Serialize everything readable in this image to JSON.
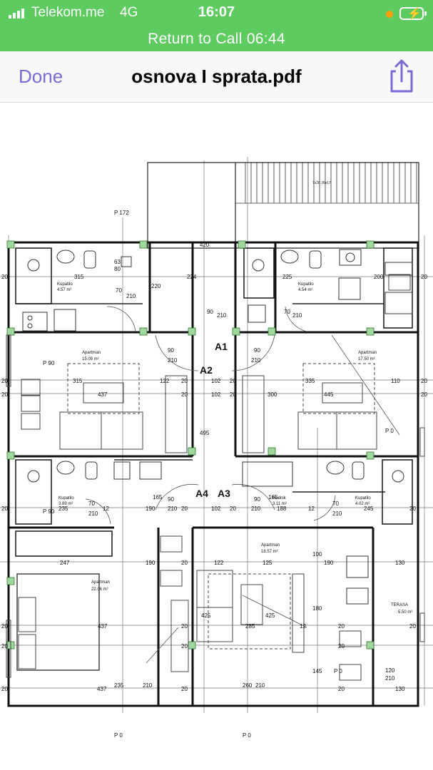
{
  "status_bar": {
    "carrier": "Telekom.me",
    "network": "4G",
    "time": "16:07",
    "call_banner": "Return to Call   06:44"
  },
  "nav": {
    "done_label": "Done",
    "title": "osnova I sprata.pdf"
  },
  "colors": {
    "call_green": "#5ecb60",
    "accent_purple": "#7b6bd1"
  },
  "icons": {
    "share": "share-icon",
    "signal": "signal-icon",
    "battery": "battery-charging-icon"
  },
  "plan": {
    "unit_labels": [
      "A1",
      "A2",
      "A3",
      "A4"
    ],
    "rooms": {
      "kupatilo_a2": {
        "name": "Kupatilo",
        "area": "4.57 m²"
      },
      "kupatilo_a1": {
        "name": "Kupatilo",
        "area": "4.54 m²"
      },
      "apartman_a2": {
        "name": "Apartman",
        "area": "15.09 m²"
      },
      "apartman_a1": {
        "name": "Apartman",
        "area": "17.50 m²"
      },
      "kupatilo_a4": {
        "name": "Kupatilo",
        "area": "3.89 m²"
      },
      "hodnik": {
        "name": "Hodnik",
        "area": "3.11 m²"
      },
      "kupatilo_a3": {
        "name": "Kupatilo",
        "area": "4.02 m²"
      },
      "apartman_a4": {
        "name": "Apartman",
        "area": "22.06 m²"
      },
      "apartman_a3": {
        "name": "Apartman",
        "area": "18.57 m²"
      },
      "terasa": {
        "name": "TERASA",
        "area": "5.50 m²"
      }
    },
    "dims": {
      "p172": "P 172",
      "d420": "420",
      "d20": "20",
      "d315": "315",
      "d224": "224",
      "d225": "225",
      "d200": "200",
      "d220": "220",
      "d70": "70",
      "d210": "210",
      "d90": "90",
      "d63": "63",
      "d80": "80",
      "d437": "437",
      "d122": "122",
      "d102": "102",
      "d300": "300",
      "d335": "335",
      "d445": "445",
      "d110": "110",
      "d495": "495",
      "d165": "165",
      "d12": "12",
      "d190": "190",
      "d188": "188",
      "d245": "245",
      "d235": "235",
      "d247": "247",
      "d125": "125",
      "d100": "100",
      "d130": "130",
      "d425": "425",
      "d285": "285",
      "d180": "180",
      "d145": "145",
      "d120": "120",
      "d260": "260",
      "p0": "P 0",
      "p90": "P 90",
      "stair": "7x28\n26x17"
    }
  }
}
